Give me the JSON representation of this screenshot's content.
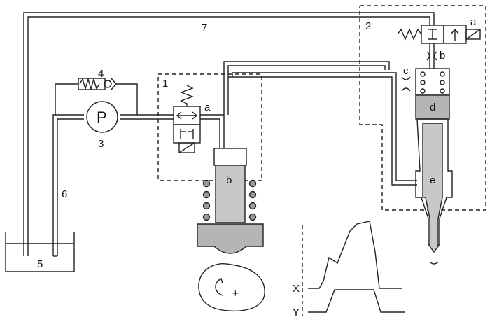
{
  "labels": {
    "circuit_1": "1",
    "circuit_2": "2",
    "pump_symbol": "P",
    "pump_number": "3",
    "relief_valve_number": "4",
    "tank_number": "5",
    "suction_line_number": "6",
    "return_line_number": "7",
    "valve1_port_a": "a",
    "pump_plunger": "b",
    "valve2_port_a": "a",
    "throttle_b": "b",
    "throttle_c": "c",
    "control_chamber_d": "d",
    "nozzle_chamber_e": "e",
    "cam_direction": "+",
    "trace_x": "X",
    "trace_y": "Y"
  },
  "colors": {
    "line": "#222222",
    "plunger_fill": "#c8c8c8",
    "body_fill": "#b5b5b5",
    "spring_fill": "#9a9a9a"
  }
}
